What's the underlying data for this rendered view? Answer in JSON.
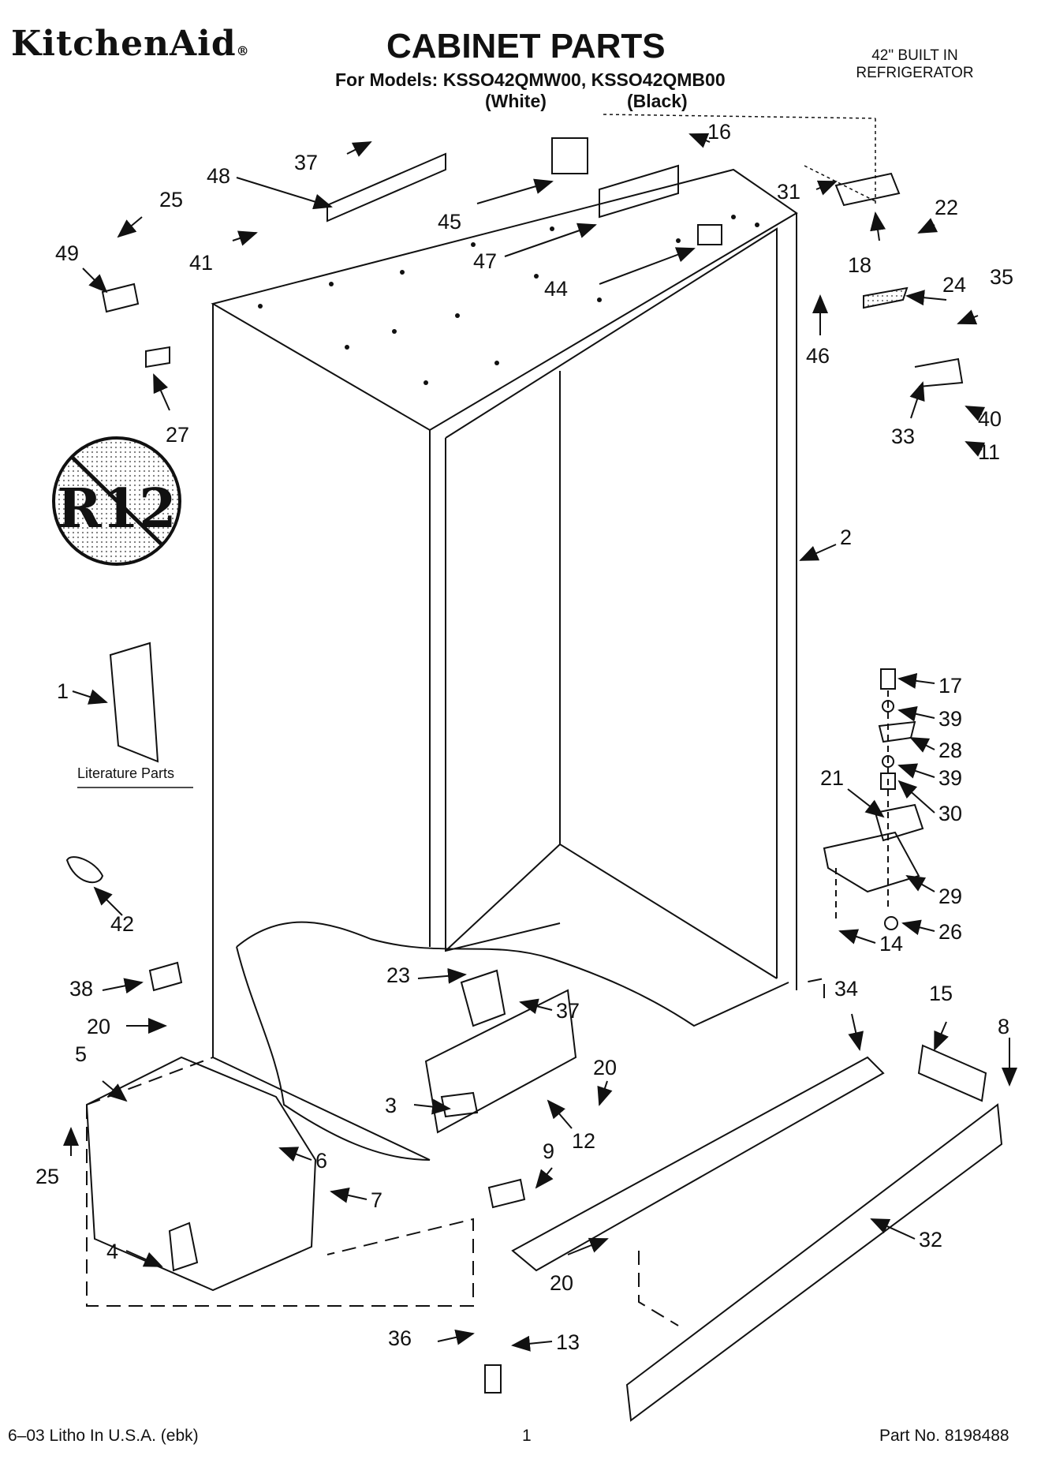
{
  "header": {
    "brand": "KitchenAid",
    "brand_mark": "®",
    "title": "CABINET PARTS",
    "models_line": "For Models: KSSO42QMW00, KSSO42QMB00",
    "variant_white": "(White)",
    "variant_black": "(Black)",
    "product_line1": "42\" BUILT IN",
    "product_line2": "REFRIGERATOR"
  },
  "literature_label": "Literature Parts",
  "r12_badge": "R12",
  "part_numbers": [
    "37",
    "48",
    "25",
    "49",
    "41",
    "45",
    "47",
    "44",
    "16",
    "31",
    "22",
    "18",
    "24",
    "35",
    "46",
    "33",
    "40",
    "11",
    "27",
    "2",
    "1",
    "17",
    "39",
    "28",
    "39",
    "30",
    "21",
    "29",
    "26",
    "14",
    "42",
    "23",
    "37",
    "38",
    "20",
    "34",
    "15",
    "8",
    "20",
    "5",
    "3",
    "12",
    "25",
    "6",
    "9",
    "7",
    "4",
    "32",
    "20",
    "36",
    "13"
  ],
  "footer": {
    "left": "6–03 Litho In U.S.A. (ebk)",
    "center": "1",
    "right": "Part No. 8198488"
  },
  "colors": {
    "ink": "#111111",
    "paper": "#ffffff",
    "badge_fill": "#d9d9d9"
  }
}
